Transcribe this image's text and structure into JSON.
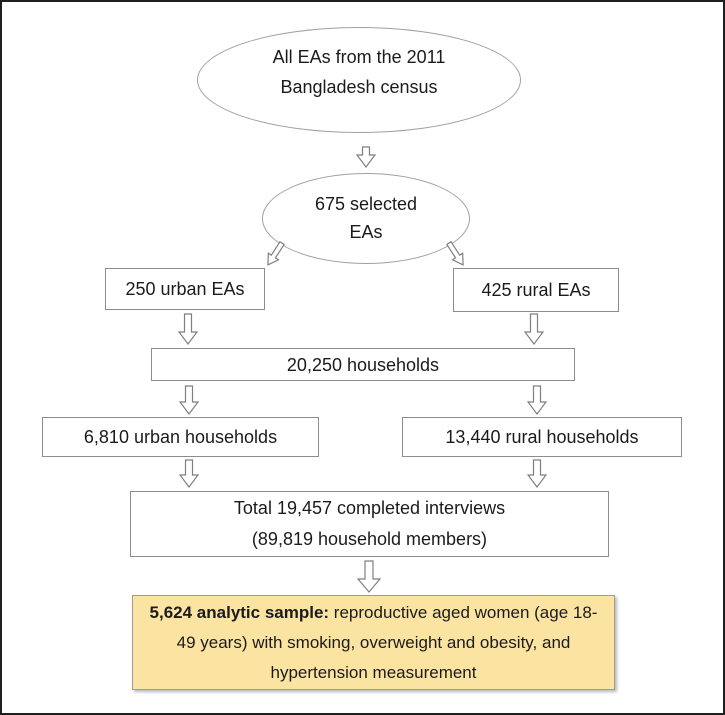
{
  "figure": {
    "type": "sampling-flowchart",
    "nodes": {
      "census": {
        "line1": "All EAs from the 2011",
        "line2": "Bangladesh census"
      },
      "selected_eas": {
        "line1": "675 selected",
        "line2": "EAs"
      },
      "urban_eas": {
        "label": "250 urban EAs"
      },
      "rural_eas": {
        "label": "425 rural EAs"
      },
      "households": {
        "label": "20,250 households"
      },
      "urban_households": {
        "label": "6,810 urban households"
      },
      "rural_households": {
        "label": "13,440 rural households"
      },
      "interviews": {
        "line1": "Total 19,457 completed interviews",
        "line2": "(89,819 household members)"
      },
      "analytic_sample": {
        "bold": "5,624 analytic sample:",
        "rest": " reproductive aged women (age 18-49 years) with smoking, overweight and obesity, and hypertension measurement"
      }
    },
    "colors": {
      "highlight_fill": "#fbe3a2",
      "box_border": "#8c8c8c",
      "ellipse_border": "#a0a0a0",
      "arrow_outline": "#7f7f7f",
      "frame_border": "#1f1f1f",
      "text": "#1b1b1b",
      "background": "#ffffff"
    }
  }
}
